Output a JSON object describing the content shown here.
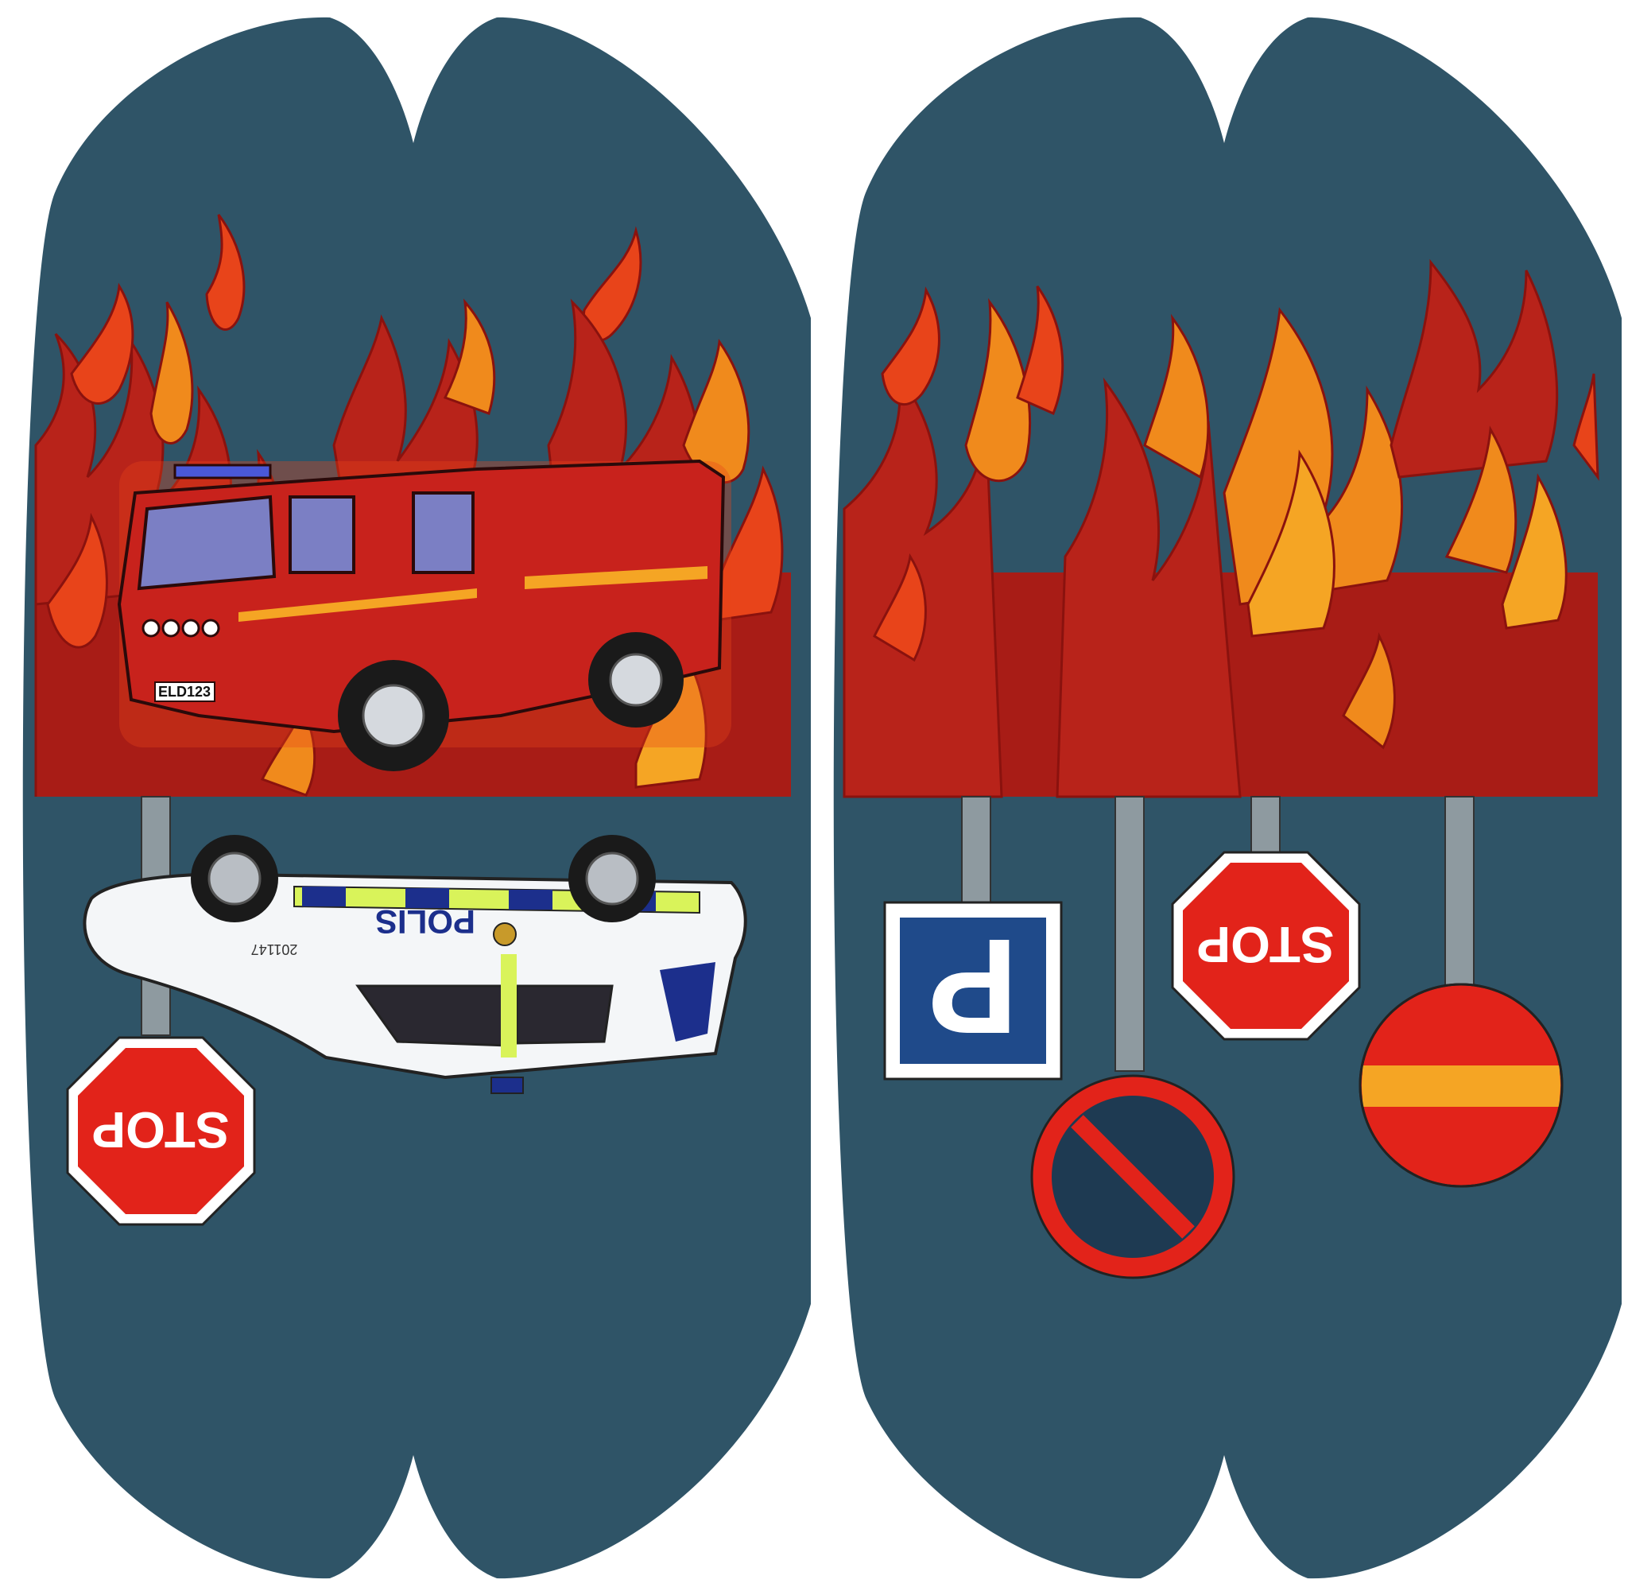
{
  "colors": {
    "background": "#ffffff",
    "panel": "#2f5467",
    "flame_dark": "#a81c16",
    "flame_mid": "#b8231a",
    "flame_orange": "#e8441a",
    "flame_light": "#f08a1c",
    "flame_yellow": "#f5a524",
    "truck_red": "#c8221c",
    "window": "#7b7fc4",
    "sign_red": "#e2231a",
    "sign_blue": "#1f4a8a",
    "police_white": "#f4f6f8",
    "police_yellow": "#d9f35a",
    "police_blue": "#1c2f8c",
    "pole": "#8e9aa0"
  },
  "left_panel": {
    "fire_truck": {
      "plate": "ELD123"
    },
    "police_car": {
      "label": "POLIS",
      "number": "201147"
    },
    "stop_sign": {
      "label": "STOP"
    }
  },
  "right_panel": {
    "parking_sign": {
      "label": "P"
    },
    "stop_sign": {
      "label": "STOP"
    },
    "no_parking_sign": {
      "icon": "no-parking-icon"
    },
    "no_entry_sign": {
      "icon": "no-entry-icon"
    }
  }
}
